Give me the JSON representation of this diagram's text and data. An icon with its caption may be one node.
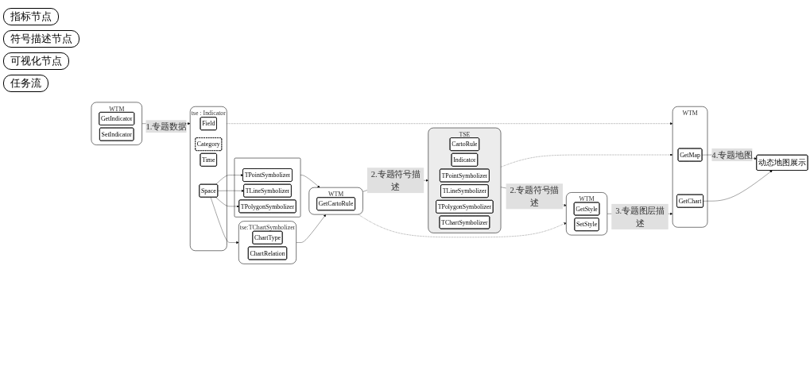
{
  "diagram": {
    "nodes": [
      {
        "text": [
          "WTM"
        ]
      },
      {
        "text": [
          "GetIndicator"
        ],
        "in": 0
      },
      {
        "text": [
          "SetIndicator"
        ],
        "in": 0
      },
      {
        "text": [
          "tse : Indicator"
        ]
      },
      {
        "text": [
          "Field"
        ],
        "in": 3
      },
      {
        "text": [
          "Category"
        ],
        "in": 3
      },
      {
        "text": [
          "Time"
        ],
        "in": 3
      },
      {
        "text": [
          "Space"
        ],
        "in": 3
      },
      {
        "text": [
          "tse:TChartSymbolizer"
        ]
      },
      {
        "text": [
          "ChartType"
        ],
        "in": 8
      },
      {
        "text": [
          "ChartRelation"
        ],
        "in": 8
      },
      {
        "text": [],
        "shape": "box"
      },
      {
        "text": [
          "TPointSymbolizer"
        ],
        "in": 11
      },
      {
        "text": [
          "TLineSymbolizer"
        ],
        "in": 11
      },
      {
        "text": [
          "TPolygonSymbolizer"
        ],
        "in": 11
      },
      {
        "text": [
          "WTM"
        ]
      },
      {
        "text": [
          "GetCartoRule"
        ],
        "in": 15
      },
      {
        "text": [
          "TSE"
        ]
      },
      {
        "text": [
          "CartoRule"
        ],
        "in": 17
      },
      {
        "text": [
          "Indicator"
        ],
        "in": 17
      },
      {
        "text": [
          "TPointSymbolizer"
        ],
        "in": 17
      },
      {
        "text": [
          "TLineSymbolizer"
        ],
        "in": 17
      },
      {
        "text": [
          "TPolygonSymbolizer"
        ],
        "in": 17
      },
      {
        "text": [
          "TChartSymbolizer"
        ],
        "in": 17
      },
      {
        "text": [
          "WTM"
        ]
      },
      {
        "text": [
          "GetMap"
        ],
        "in": 24
      },
      {
        "text": [
          "GetChart"
        ],
        "in": 24
      },
      {
        "text": [
          "WTM"
        ]
      },
      {
        "text": [
          "GetStyle"
        ],
        "in": 27
      },
      {
        "text": [
          "SetStyle"
        ],
        "in": 27
      },
      {
        "text": [
          "动态地图展示"
        ]
      }
    ],
    "edges": [
      {
        "from": 0,
        "to": 3,
        "arrow": "to",
        "label": "1.专题数据"
      },
      {
        "from": 7,
        "to": 8,
        "arrow": "to"
      },
      {
        "from": 7,
        "to": 12,
        "arrow": "to"
      },
      {
        "from": 7,
        "to": 13,
        "arrow": "to"
      },
      {
        "from": 7,
        "to": 14,
        "arrow": "to"
      },
      {
        "from": 3,
        "to": 24,
        "arrow": "to",
        "style": "dashed"
      },
      {
        "from": 8,
        "to": 15,
        "arrow": "to"
      },
      {
        "from": 11,
        "to": 15,
        "arrow": "to"
      },
      {
        "from": 15,
        "to": 17,
        "arrow": "to",
        "label": "2.专题符号描述"
      },
      {
        "from": 15,
        "to": 27,
        "arrow": "to",
        "style": "dashed"
      },
      {
        "from": 17,
        "to": 24,
        "arrow": "to",
        "style": "dashed"
      },
      {
        "from": 17,
        "to": 27,
        "arrow": "to",
        "label": "2.专题符号描述"
      },
      {
        "from": 27,
        "to": 24,
        "arrow": "to",
        "label": "3.专题图层描述"
      },
      {
        "from": 25,
        "to": 30,
        "arrow": "to",
        "label": "4.专题地图"
      },
      {
        "from": 26,
        "to": 30,
        "arrow": "to"
      }
    ],
    "legend": [
      {
        "text": "指标节点"
      },
      {
        "text": "符号描述节点"
      },
      {
        "text": "可视化节点"
      },
      {
        "text": "任务流"
      }
    ]
  }
}
